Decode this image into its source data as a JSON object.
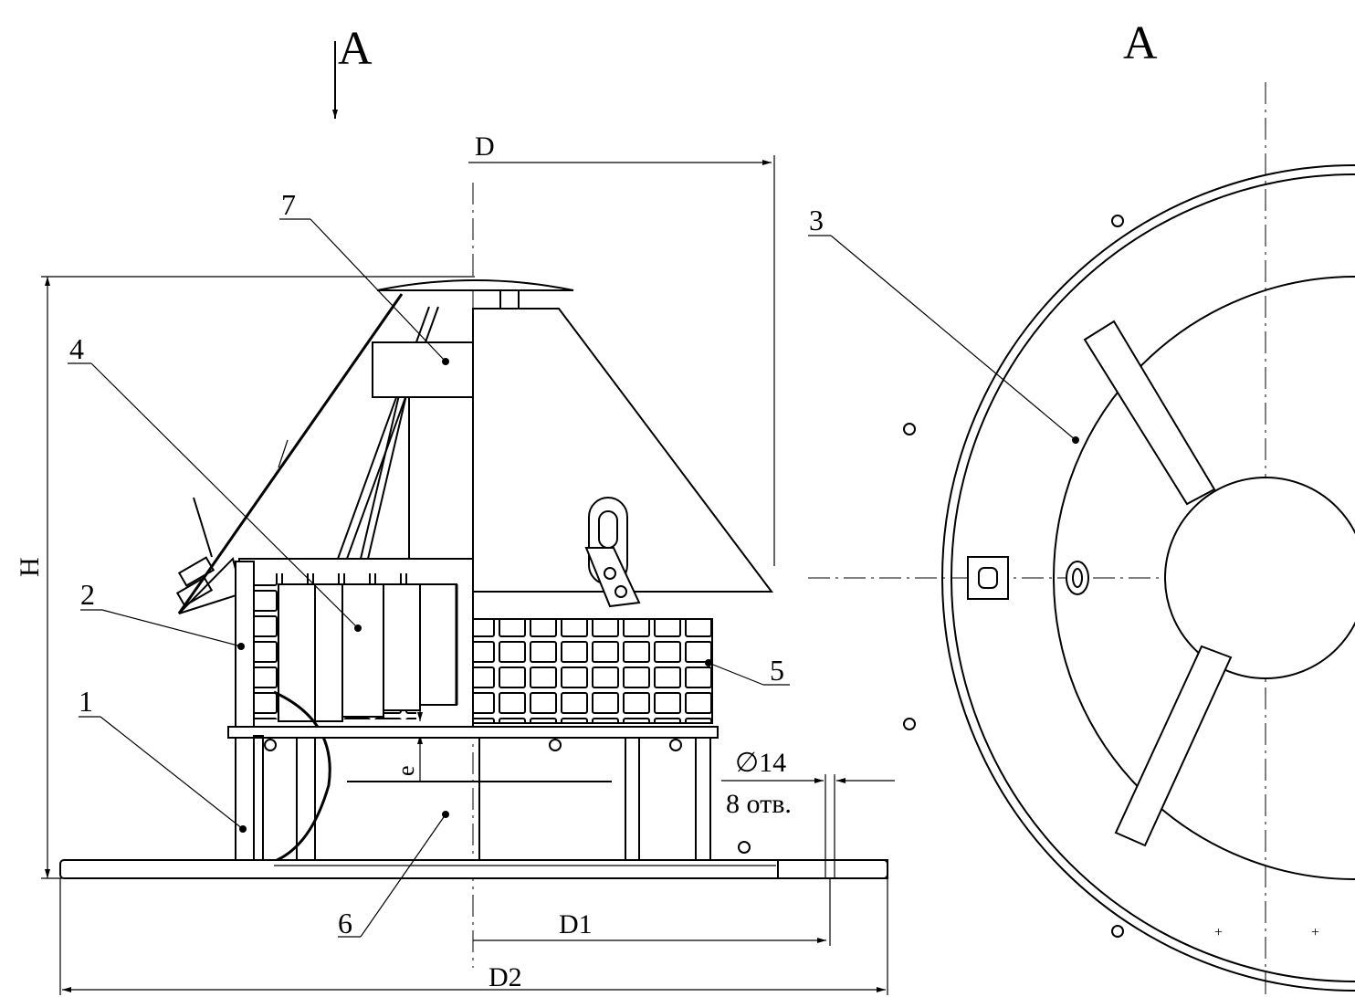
{
  "views": {
    "section_label_left": "A",
    "section_label_right": "A"
  },
  "dimensions": {
    "D": "D",
    "D1": "D1",
    "D2": "D2",
    "H": "H",
    "e": "e",
    "hole_diameter": "∅14",
    "hole_count": "8 отв."
  },
  "callouts": [
    "1",
    "2",
    "3",
    "4",
    "5",
    "6",
    "7"
  ],
  "colors": {
    "ink": "#000000",
    "paper": "#ffffff"
  }
}
